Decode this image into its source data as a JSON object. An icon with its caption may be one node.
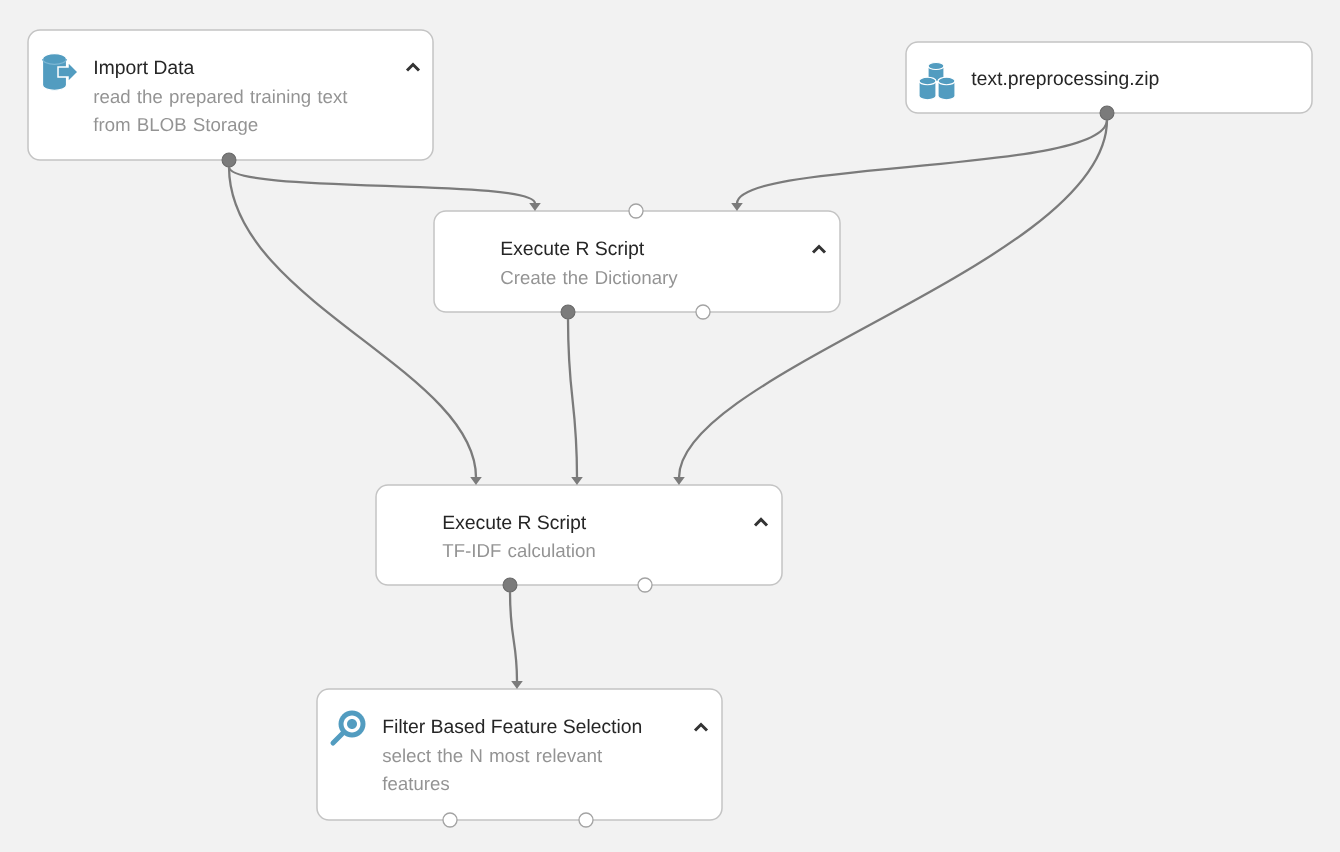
{
  "diagram": {
    "nodes": [
      {
        "text": [
          "Import Data",
          "read the prepared training text from BLOB Storage"
        ]
      },
      {
        "text": [
          "text.preprocessing.zip"
        ]
      },
      {
        "text": [
          "Execute R Script",
          "Create the Dictionary"
        ]
      },
      {
        "text": [
          "Execute R Script",
          "TF-IDF calculation"
        ]
      },
      {
        "text": [
          "Filter Based Feature Selection",
          "select the N most relevant features"
        ]
      }
    ],
    "edges": [
      {
        "from": 0,
        "to": 2,
        "arrow": "to"
      },
      {
        "from": 1,
        "to": 2,
        "arrow": "to"
      },
      {
        "from": 0,
        "to": 3,
        "arrow": "to"
      },
      {
        "from": 2,
        "to": 3,
        "arrow": "to"
      },
      {
        "from": 1,
        "to": 3,
        "arrow": "to"
      },
      {
        "from": 3,
        "to": 4,
        "arrow": "to"
      }
    ]
  }
}
